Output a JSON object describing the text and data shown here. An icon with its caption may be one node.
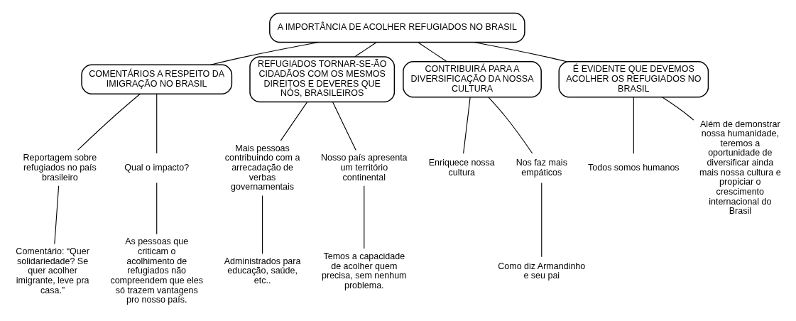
{
  "diagram": {
    "nodes": [
      {
        "text": [
          "A IMPORTÂNCIA DE ACOLHER REFUGIADOS NO BRASIL"
        ]
      },
      {
        "text": [
          "COMENTÁRIOS A RESPEITO DA IMIGRAÇÃO NO BRASIL"
        ]
      },
      {
        "text": [
          "REFUGIADOS TORNAR-SE-ÃO CIDADÃOS COM OS MESMOS DIREITOS E DEVERES QUE NÓS, BRASILEIROS"
        ]
      },
      {
        "text": [
          "CONTRIBUIRÁ PARA A DIVERSIFICAÇÃO DA NOSSA CULTURA"
        ]
      },
      {
        "text": [
          "É EVIDENTE QUE DEVEMOS ACOLHER OS REFUGIADOS NO BRASIL"
        ]
      },
      {
        "text": [
          "Reportagem sobre refugiados no país brasileiro"
        ]
      },
      {
        "text": [
          "Comentário: “Quer solidariedade? Se quer acolher imigrante, leve pra casa.”"
        ]
      },
      {
        "text": [
          "Qual o impacto?"
        ]
      },
      {
        "text": [
          "As pessoas que criticam o acolhimento de refugiados não compreendem que eles só trazem vantagens pro nosso país."
        ]
      },
      {
        "text": [
          "Mais pessoas contribuindo com a arrecadação de verbas governamentais"
        ]
      },
      {
        "text": [
          "Administrados para educação, saúde, etc.."
        ]
      },
      {
        "text": [
          "Nosso país apresenta um território continental"
        ]
      },
      {
        "text": [
          "Temos a capacidade de acolher quem precisa, sem nenhum problema."
        ]
      },
      {
        "text": [
          "Enriquece nossa cultura"
        ]
      },
      {
        "text": [
          "Nos faz mais empáticos"
        ]
      },
      {
        "text": [
          "Como diz Armandinho e seu pai"
        ]
      },
      {
        "text": [
          "Todos somos humanos"
        ]
      },
      {
        "text": [
          "Além de demonstrar nossa humanidade, teremos a oportunidade de diversificar ainda mais nossa cultura e propiciar o crescimento internacional do Brasil"
        ]
      }
    ],
    "edges": [
      {
        "from": 0,
        "to": 1,
        "arrow": "none"
      },
      {
        "from": 0,
        "to": 2,
        "arrow": "none"
      },
      {
        "from": 0,
        "to": 3,
        "arrow": "none"
      },
      {
        "from": 0,
        "to": 4,
        "arrow": "none"
      },
      {
        "from": 1,
        "to": 5,
        "arrow": "none"
      },
      {
        "from": 5,
        "to": 6,
        "arrow": "none"
      },
      {
        "from": 1,
        "to": 7,
        "arrow": "none"
      },
      {
        "from": 7,
        "to": 8,
        "arrow": "none"
      },
      {
        "from": 2,
        "to": 9,
        "arrow": "none"
      },
      {
        "from": 9,
        "to": 10,
        "arrow": "none"
      },
      {
        "from": 2,
        "to": 11,
        "arrow": "none"
      },
      {
        "from": 11,
        "to": 12,
        "arrow": "none"
      },
      {
        "from": 3,
        "to": 13,
        "arrow": "none"
      },
      {
        "from": 3,
        "to": 14,
        "arrow": "none"
      },
      {
        "from": 14,
        "to": 15,
        "arrow": "none"
      },
      {
        "from": 4,
        "to": 16,
        "arrow": "none"
      },
      {
        "from": 4,
        "to": 17,
        "arrow": "none"
      }
    ]
  }
}
